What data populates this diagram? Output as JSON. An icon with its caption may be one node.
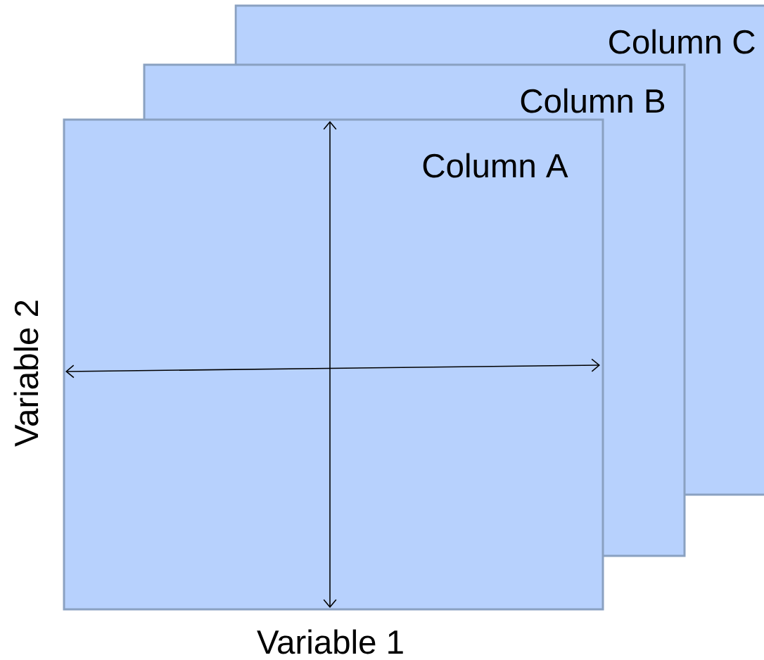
{
  "diagram": {
    "nodes": [
      {
        "text": [
          "Column C"
        ]
      },
      {
        "text": [
          "Column B"
        ]
      },
      {
        "text": [
          "Column A"
        ]
      }
    ],
    "labels": [
      "Variable 2",
      "Variable 1"
    ]
  }
}
